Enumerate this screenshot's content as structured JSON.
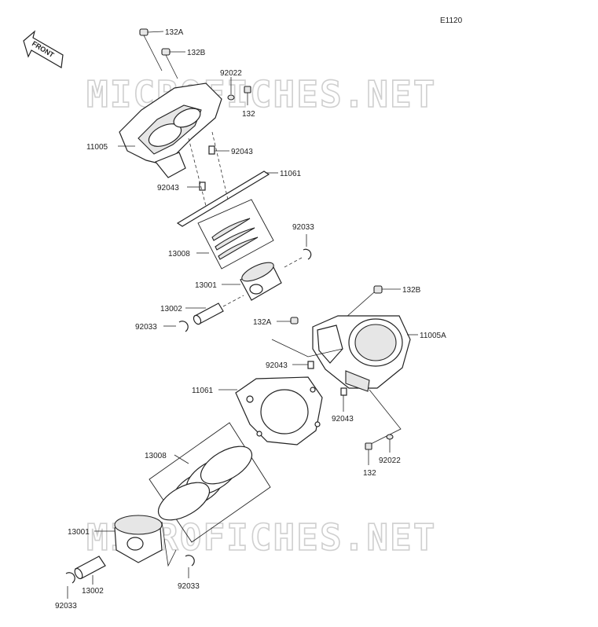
{
  "header": {
    "diagram_code": "E1120",
    "front_label": "FRONT"
  },
  "watermarks": [
    "MICROFICHES.NET",
    "MICROFICHES.NET"
  ],
  "callouts": {
    "c132a_top": "132A",
    "c132b_top": "132B",
    "c92022_top": "92022",
    "c132_top": "132",
    "c11005": "11005",
    "c92043_top_r": "92043",
    "c11061_top": "11061",
    "c92043_top_l": "92043",
    "c92033_top_r": "92033",
    "c13008_top": "13008",
    "c13001_top": "13001",
    "c13002_top": "13002",
    "c92033_top_l": "92033",
    "c132b_mid": "132B",
    "c132a_mid": "132A",
    "c11005a": "11005A",
    "c92043_mid_l": "92043",
    "c11061_mid": "11061",
    "c92043_mid_r": "92043",
    "c92022_mid": "92022",
    "c132_mid": "132",
    "c13008_bot": "13008",
    "c13001_bot": "13001",
    "c13002_bot": "13002",
    "c92033_bot_l": "92033",
    "c92033_bot_r": "92033"
  }
}
